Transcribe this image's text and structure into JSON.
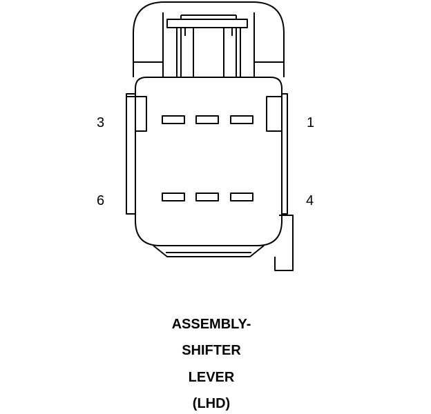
{
  "pins": {
    "top_left": "3",
    "top_right": "1",
    "bottom_left": "6",
    "bottom_right": "4"
  },
  "caption": {
    "line1": "ASSEMBLY-",
    "line2": "SHIFTER",
    "line3": "LEVER",
    "line4": "(LHD)"
  },
  "colors": {
    "stroke": "#000000",
    "background": "#ffffff"
  }
}
